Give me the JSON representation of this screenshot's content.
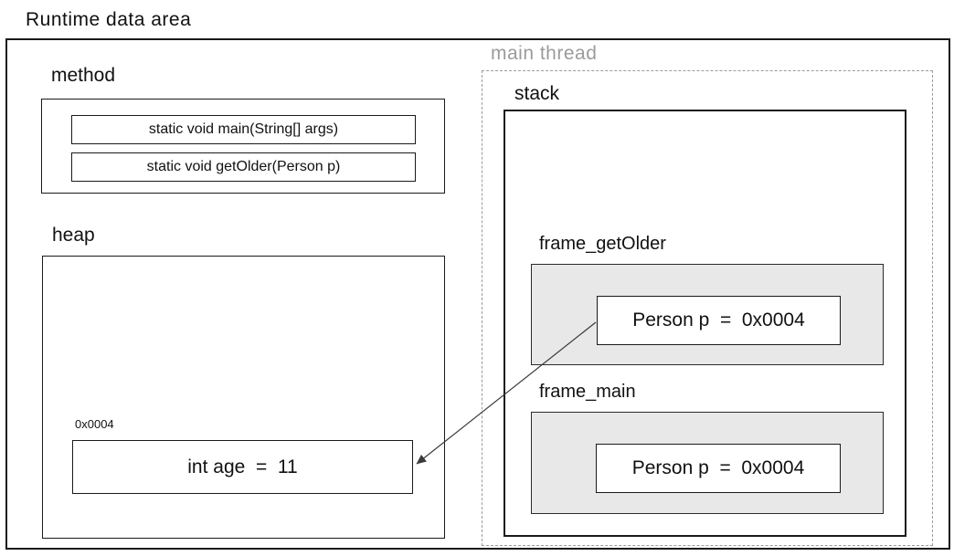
{
  "title": "Runtime data area",
  "method_area": {
    "label": "method",
    "methods": [
      "static void main(String[] args)",
      "static void getOlder(Person p)"
    ]
  },
  "heap": {
    "label": "heap",
    "object": {
      "address": "0x0004",
      "value": "int age  =  11"
    }
  },
  "main_thread": {
    "label": "main thread",
    "stack": {
      "label": "stack",
      "frames": [
        {
          "name": "frame_getOlder",
          "variable": "Person p  =  0x0004"
        },
        {
          "name": "frame_main",
          "variable": "Person p  =  0x0004"
        }
      ]
    }
  },
  "reference_arrow": {
    "from": "frame_getOlder variable (Person p)",
    "to": "heap object 0x0004"
  },
  "colors": {
    "border": "#1a1a1a",
    "frame_fill": "#e8e8e8",
    "muted_label": "#9b9b9b",
    "arrow": "#3a3a3a",
    "background": "#ffffff"
  }
}
